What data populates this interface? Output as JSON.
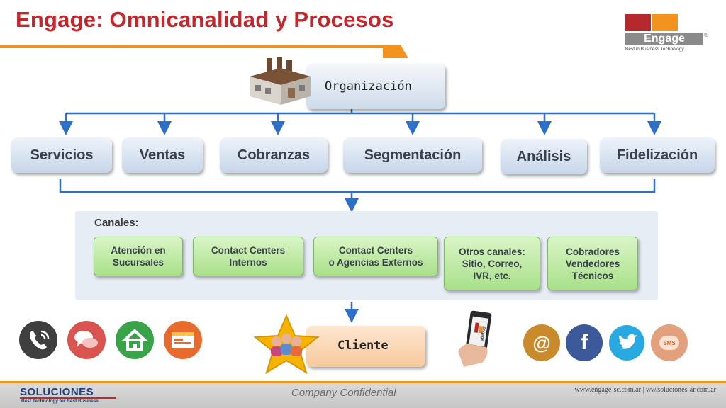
{
  "header": {
    "title": "Engage: Omnicanalidad y Procesos"
  },
  "logo": {
    "brand": "Engage",
    "registered": "®",
    "tagline": "Best in Business Technology"
  },
  "organization": {
    "label": "Organización"
  },
  "processes": [
    {
      "label": "Servicios"
    },
    {
      "label": "Ventas"
    },
    {
      "label": "Cobranzas"
    },
    {
      "label": "Segmentación"
    },
    {
      "label": "Análisis"
    },
    {
      "label": "Fidelización"
    }
  ],
  "channels": {
    "label": "Canales:",
    "items": [
      {
        "label": "Atención en\nSucursales"
      },
      {
        "label": "Contact Centers\nInternos"
      },
      {
        "label": "Contact Centers\no Agencias Externos"
      },
      {
        "label": "Otros canales:\nSitio, Correo,\nIVR, etc."
      },
      {
        "label": "Cobradores\nVendedores\nTécnicos"
      }
    ]
  },
  "client": {
    "label": "Cliente"
  },
  "icons": {
    "left": [
      "phone-icon",
      "chat-icon",
      "home-icon",
      "web-page-icon"
    ],
    "phone_screen_text": "Engage",
    "right": [
      {
        "name": "email-at-icon",
        "glyph": "@",
        "color": "#c98a2c"
      },
      {
        "name": "facebook-icon",
        "glyph": "f",
        "color": "#3b5998"
      },
      {
        "name": "twitter-icon",
        "glyph": "",
        "color": "#29a9e1"
      },
      {
        "name": "sms-icon",
        "glyph": "SMS",
        "color": "#e3a07c"
      }
    ]
  },
  "footer": {
    "brand": "SOLUCIONES",
    "brand_tagline": "Best Technology for Best Business",
    "confidential": "Company Confidential",
    "urls": "www.engage-sc.com.ar | ww.soluciones-ar.com.ar"
  },
  "colors": {
    "title_red": "#c1272d",
    "accent_orange": "#f2931f",
    "arrow_blue": "#2e6fc9",
    "channel_green": "#a9e08a"
  }
}
